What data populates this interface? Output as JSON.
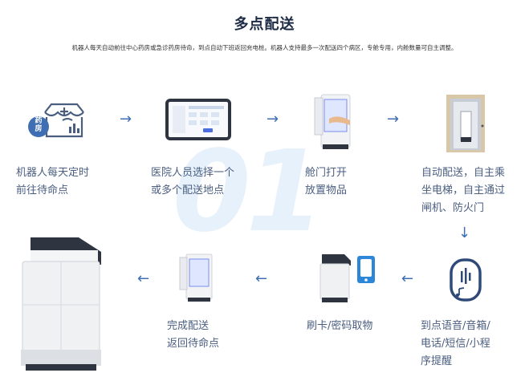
{
  "header": {
    "title": "多点配送",
    "subtitle": "机器人每天自动前往中心药房或急诊药房待命，到点自动下班返回充电桩。机器人支持最多一次配送四个病区，专舱专用，内舱数量可自主调整。"
  },
  "watermark": "01",
  "icons": {
    "pharmacy_badge": "药\n房"
  },
  "steps": {
    "s1": "机器人每天定时\n前往待命点",
    "s2": "医院人员选择一个\n或多个配送地点",
    "s3": "舱门打开\n放置物品",
    "s4": "自动配送，自主乘\n坐电梯，自主通过\n闸机、防火门",
    "s5": "到点语音/音箱/\n电话/短信/小程\n序提醒",
    "s6": "刷卡/密码取物",
    "s7": "完成配送\n返回待命点"
  },
  "colors": {
    "accent": "#3f6fb2",
    "text": "#4a5e80"
  }
}
